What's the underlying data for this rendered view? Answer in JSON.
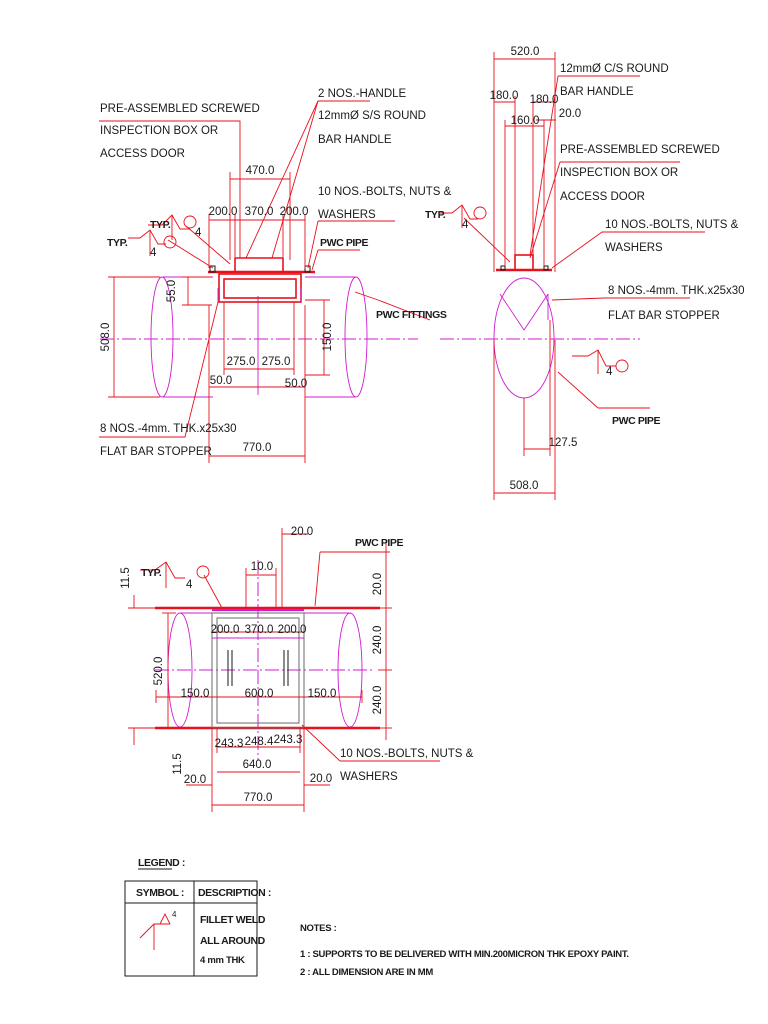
{
  "diagram": {
    "dimensions": {
      "front": {
        "d470": "470.0",
        "d200a": "200.0",
        "d370": "370.0",
        "d200b": "200.0",
        "d55": "55.0",
        "d150": "150.0",
        "d508": "508.0",
        "d275a": "275.0",
        "d275b": "275.0",
        "d50a": "50.0",
        "d50b": "50.0",
        "d770": "770.0"
      },
      "side": {
        "d520": "520.0",
        "d180a": "180.0",
        "d180b": "180.0",
        "d160": "160.0",
        "d20": "20.0",
        "d127": "127.5",
        "d508": "508.0"
      },
      "plan": {
        "d20top": "20.0",
        "d10": "10.0",
        "d115a": "11.5",
        "d520": "520.0",
        "d200a": "200.0",
        "d370": "370.0",
        "d200b": "200.0",
        "d150a": "150.0",
        "d600": "600.0",
        "d150b": "150.0",
        "d2433a": "243.3",
        "d2484": "248.4",
        "d2433b": "243.3",
        "d115b": "11.5",
        "d20a": "20.0",
        "d640": "640.0",
        "d20b": "20.0",
        "d770": "770.0",
        "d20r": "20.0",
        "d240a": "240.0",
        "d240b": "240.0"
      }
    },
    "labels": {
      "access_door_1": "PRE-ASSEMBLED SCREWED",
      "access_door_2": "INSPECTION BOX OR",
      "access_door_3": "ACCESS DOOR",
      "handle_front_1": "2 NOS.-HANDLE",
      "handle_front_2": "12mmØ S/S ROUND",
      "handle_front_3": "BAR HANDLE",
      "bolts_1": "10 NOS.-BOLTS, NUTS &",
      "bolts_2": "WASHERS",
      "pwc_pipe": "PWC PIPE",
      "pwc_fittings": "PWC FITTINGS",
      "stopper_1": "8 NOS.-4mm. THK.x25x30",
      "stopper_2": "FLAT BAR STOPPER",
      "handle_side_1": "12mmØ C/S ROUND",
      "handle_side_2": "BAR HANDLE",
      "typ": "TYP.",
      "weld_size": "4"
    },
    "legend": {
      "title": "LEGEND :",
      "symbol_header": "SYMBOL :",
      "description_header": "DESCRIPTION :",
      "desc_1": "FILLET WELD",
      "desc_2": "ALL AROUND",
      "desc_3": "4 mm THK"
    },
    "notes": {
      "title": "NOTES :",
      "note_1": "1 : SUPPORTS TO BE DELIVERED  WITH MIN.200MICRON THK EPOXY PAINT.",
      "note_2": "2 : ALL DIMENSION ARE IN MM"
    },
    "colors": {
      "dimension_lines": "#e8101c",
      "pipe_outline": "#d01bd0",
      "text": "#1a1a1a"
    }
  }
}
